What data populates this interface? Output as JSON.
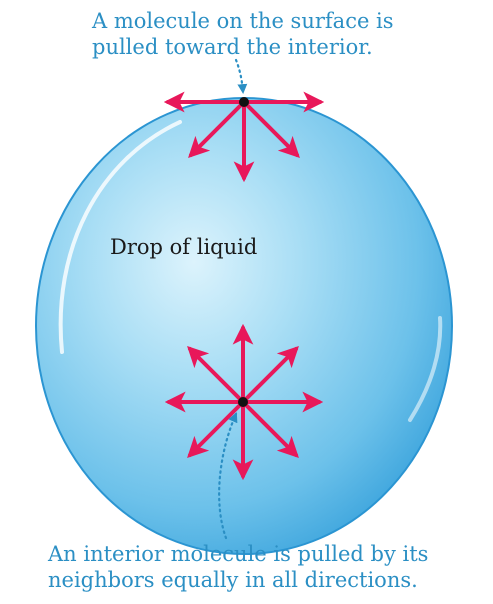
{
  "annotations": {
    "surface": {
      "line1": "A molecule on the surface is",
      "line2": "pulled toward the interior."
    },
    "interior": {
      "line1": "An interior molecule is pulled by its",
      "line2": "neighbors equally in all directions."
    }
  },
  "drop": {
    "label": "Drop of liquid"
  },
  "colors": {
    "arrow": "#e8185a",
    "caption": "#2b8fc4",
    "leader": "#2b8fc4",
    "drop_center": "#d2eefa",
    "drop_edge": "#3aa3dc",
    "molecule": "#111111"
  }
}
